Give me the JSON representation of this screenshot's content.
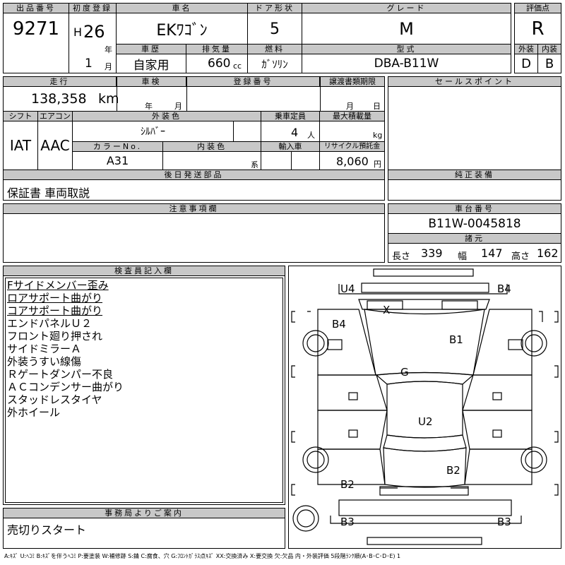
{
  "header": {
    "lot_label": "出品番号",
    "lot_value": "9271",
    "first_reg_label": "初度登録",
    "era": "H",
    "year_value": "26",
    "year_unit": "年",
    "month_value": "1",
    "month_unit": "月",
    "car_name_label": "車名",
    "car_name": "EKﾜｺﾞﾝ",
    "doors_label": "ドア形状",
    "doors": "5",
    "grade_label": "グレード",
    "grade": "M",
    "score_label": "評価点",
    "score": "R",
    "history_label": "車歴",
    "history": "自家用",
    "displacement_label": "排気量",
    "displacement": "660",
    "displacement_unit": "cc",
    "fuel_label": "燃料",
    "fuel": "ｶﾞｿﾘﾝ",
    "model_label": "型式",
    "model": "DBA-B11W",
    "exterior_label": "外装",
    "exterior": "D",
    "interior_label": "内装",
    "interior": "B"
  },
  "row2": {
    "mileage_label": "走行",
    "mileage": "138,358",
    "mileage_unit": "km",
    "inspection_label": "車検",
    "inspection_year": "年",
    "inspection_month": "月",
    "reg_no_label": "登録番号",
    "transfer_label": "譲渡書類期限",
    "transfer_month": "月",
    "transfer_day": "日",
    "sales_point_label": "セールスポイント"
  },
  "row3": {
    "shift_label": "シフト",
    "shift": "IAT",
    "ac_label": "エアコン",
    "ac": "AAC",
    "ext_color_label": "外装色",
    "ext_color": "ｼﾙﾊﾞｰ",
    "capacity_label": "乗車定員",
    "capacity": "4",
    "capacity_unit": "人",
    "max_load_label": "最大積載量",
    "max_load_unit": "kg",
    "color_no_label": "カラーNo.",
    "color_no": "A31",
    "int_color_label": "内装色",
    "int_color_unit": "系",
    "import_label": "輸入車",
    "recycle_label": "リサイクル預託金",
    "recycle": "8,060",
    "recycle_unit": "円"
  },
  "row4": {
    "later_parts_label": "後日発送部品",
    "later_parts": "保証書 車両取説",
    "genuine_label": "純正装備"
  },
  "row5": {
    "notes_label": "注意事項欄",
    "chassis_label": "車台番号",
    "chassis": "B11W-0045818",
    "dims_label": "諸元",
    "length_label": "長さ",
    "length": "339",
    "width_label": "幅",
    "width": "147",
    "height_label": "高さ",
    "height": "162"
  },
  "inspector": {
    "label": "検査員記入欄",
    "lines": [
      {
        "text": "Fサイドメンバー歪み",
        "underline": true
      },
      {
        "text": "ロアサポート曲がり",
        "underline": true
      },
      {
        "text": "コアサポート曲がり",
        "underline": true
      },
      {
        "text": "エンドパネルＵ２",
        "underline": false
      },
      {
        "text": "フロント廻り押され",
        "underline": false
      },
      {
        "text": "サイドミラーＡ",
        "underline": false
      },
      {
        "text": "外装うすい線傷",
        "underline": false
      },
      {
        "text": "Ｒゲートダンパー不良",
        "underline": false
      },
      {
        "text": "ＡＣコンデンサー曲がり",
        "underline": false
      },
      {
        "text": "スタッドレスタイヤ",
        "underline": false
      },
      {
        "text": "外ホイール",
        "underline": false
      }
    ]
  },
  "office": {
    "label": "事務局よりご案内",
    "note": "売切りスタート"
  },
  "diagram_marks": {
    "u4": "U4",
    "b4_top": "B4",
    "x": "X",
    "b4_left": "B4",
    "b1": "B1",
    "g": "G",
    "u2": "U2",
    "b2_right": "B2",
    "b2_left": "B2",
    "b3_left": "B3",
    "b3_right": "B3"
  },
  "legend": "A:ｷｽﾞ U:ﾍｺﾐ B:ｷｽﾞを伴うﾍｺﾐ P:要塗装 W:補修跡 S:錆 C:腐食、穴 G:ﾌﾛﾝﾄｶﾞﾗｽ点ｷｽﾞ XX:交換済み X:要交換 欠:欠品 内・外装評価 5段階ﾗﾝｸ順(A･B･C･D･E) 1"
}
